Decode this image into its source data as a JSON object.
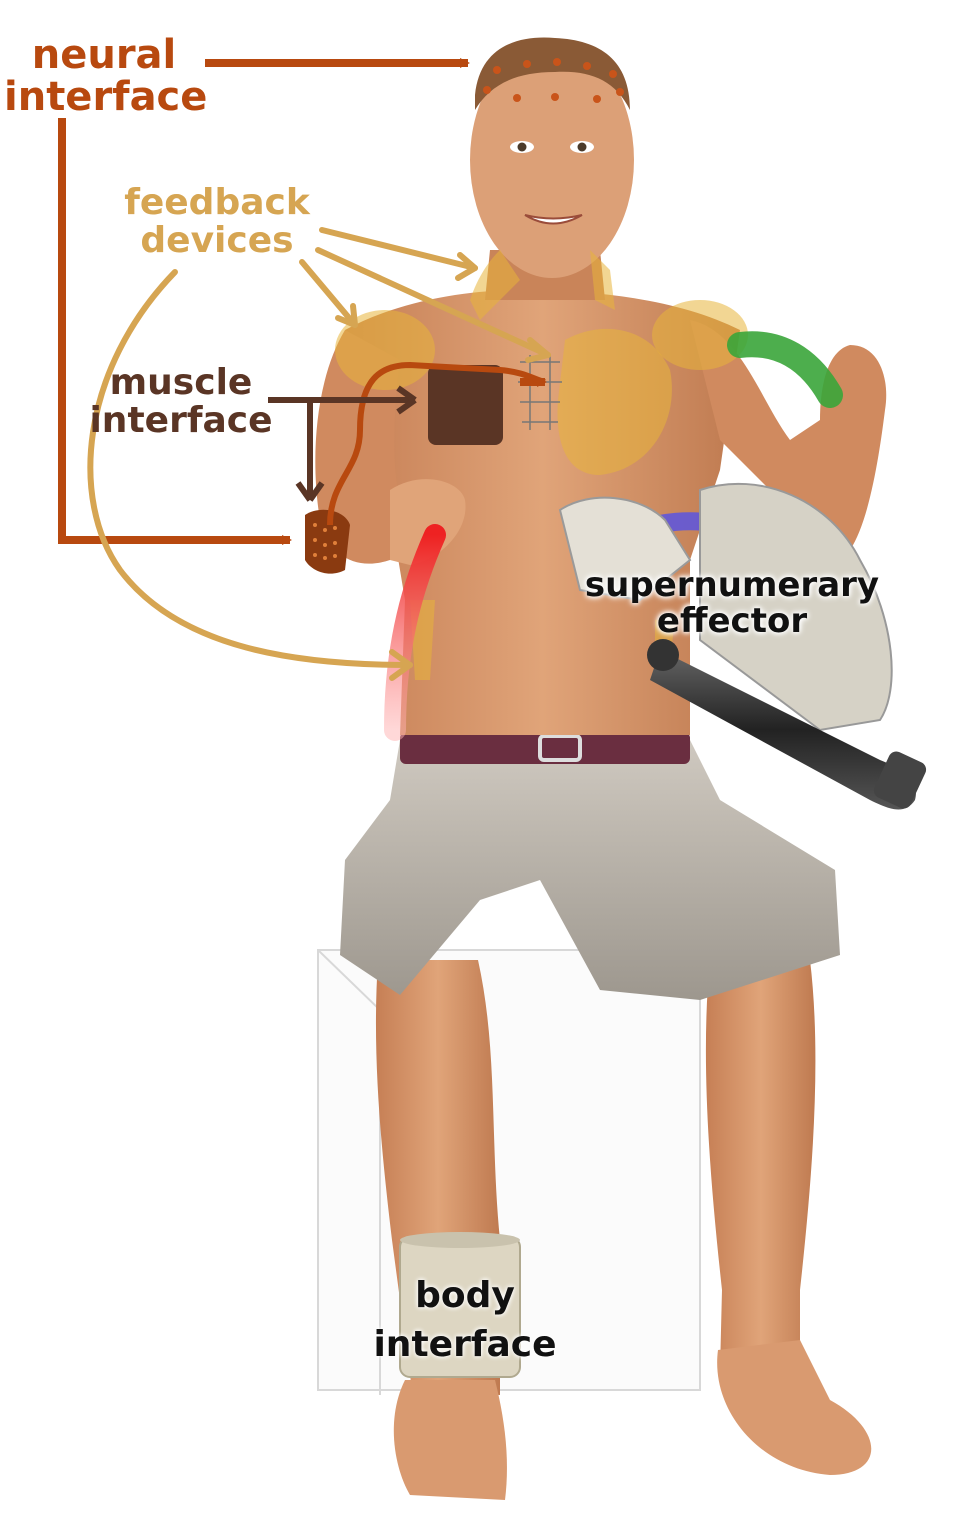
{
  "labels": {
    "neural": [
      "neural",
      "interface"
    ],
    "feedback": [
      "feedback",
      "devices"
    ],
    "muscle": [
      "muscle",
      "interface"
    ],
    "effector": [
      "supernumerary",
      "effector"
    ],
    "body": [
      "body",
      "interface"
    ]
  },
  "colors": {
    "neural": "#b8490f",
    "feedback": "#d6a552",
    "muscle": "#5a3525",
    "skin": "#d9966a",
    "shorts": "#bdb7ae",
    "robot": "#3a3a3a"
  }
}
